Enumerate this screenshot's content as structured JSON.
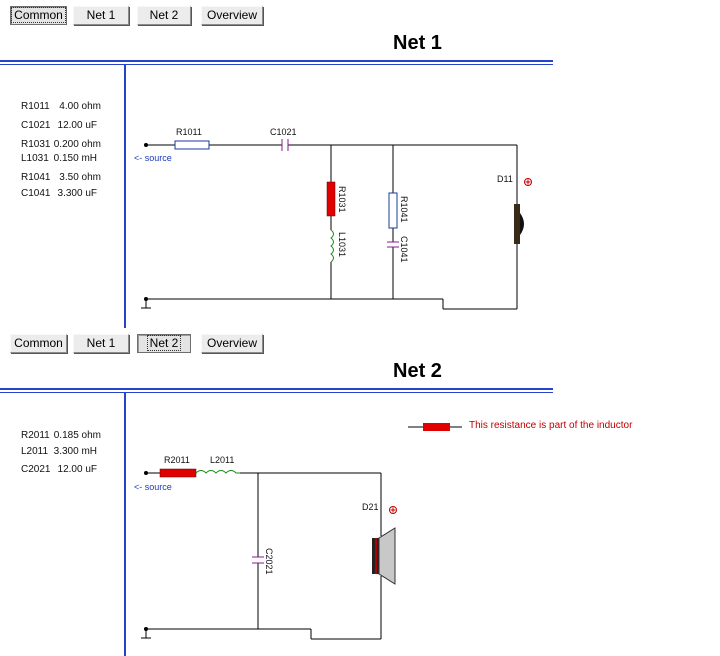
{
  "nav1": {
    "common": "Common",
    "net1": "Net 1",
    "net2": "Net 2",
    "overview": "Overview"
  },
  "nav2": {
    "common": "Common",
    "net1": "Net 1",
    "net2": "Net 2",
    "overview": "Overview"
  },
  "net1": {
    "title": "Net 1",
    "parts": [
      {
        "name": "R1011",
        "value": "4.00 ohm"
      },
      {
        "name": "C1021",
        "value": "12.00 uF"
      },
      {
        "name": "R1031",
        "value": "0.200 ohm"
      },
      {
        "name": "L1031",
        "value": "0.150 mH"
      },
      {
        "name": "R1041",
        "value": "3.50 ohm"
      },
      {
        "name": "C1041",
        "value": "3.300 uF"
      }
    ],
    "labels": {
      "r1011": "R1011",
      "c1021": "C1021",
      "r1031": "R1031",
      "l1031": "L1031",
      "r1041": "R1041",
      "c1041": "C1041",
      "d11": "D11",
      "source": "<- source"
    }
  },
  "net2": {
    "title": "Net 2",
    "parts": [
      {
        "name": "R2011",
        "value": "0.185 ohm"
      },
      {
        "name": "L2011",
        "value": "3.300 mH"
      },
      {
        "name": "C2021",
        "value": "12.00 uF"
      }
    ],
    "labels": {
      "r2011": "R2011",
      "l2011": "L2011",
      "c2021": "C2021",
      "d21": "D21",
      "source": "<- source"
    }
  },
  "legend": {
    "text": "This resistance is part of the inductor"
  },
  "colors": {
    "accent_line": "#2743c9",
    "inductor_resistance": "#e00000",
    "inductor_coil": "#1a8a1a",
    "capacitor": "#8a1a8a",
    "resistor_outline": "#1a3a9a",
    "source_text": "#1a3ac0",
    "legend_text": "#c00000"
  }
}
